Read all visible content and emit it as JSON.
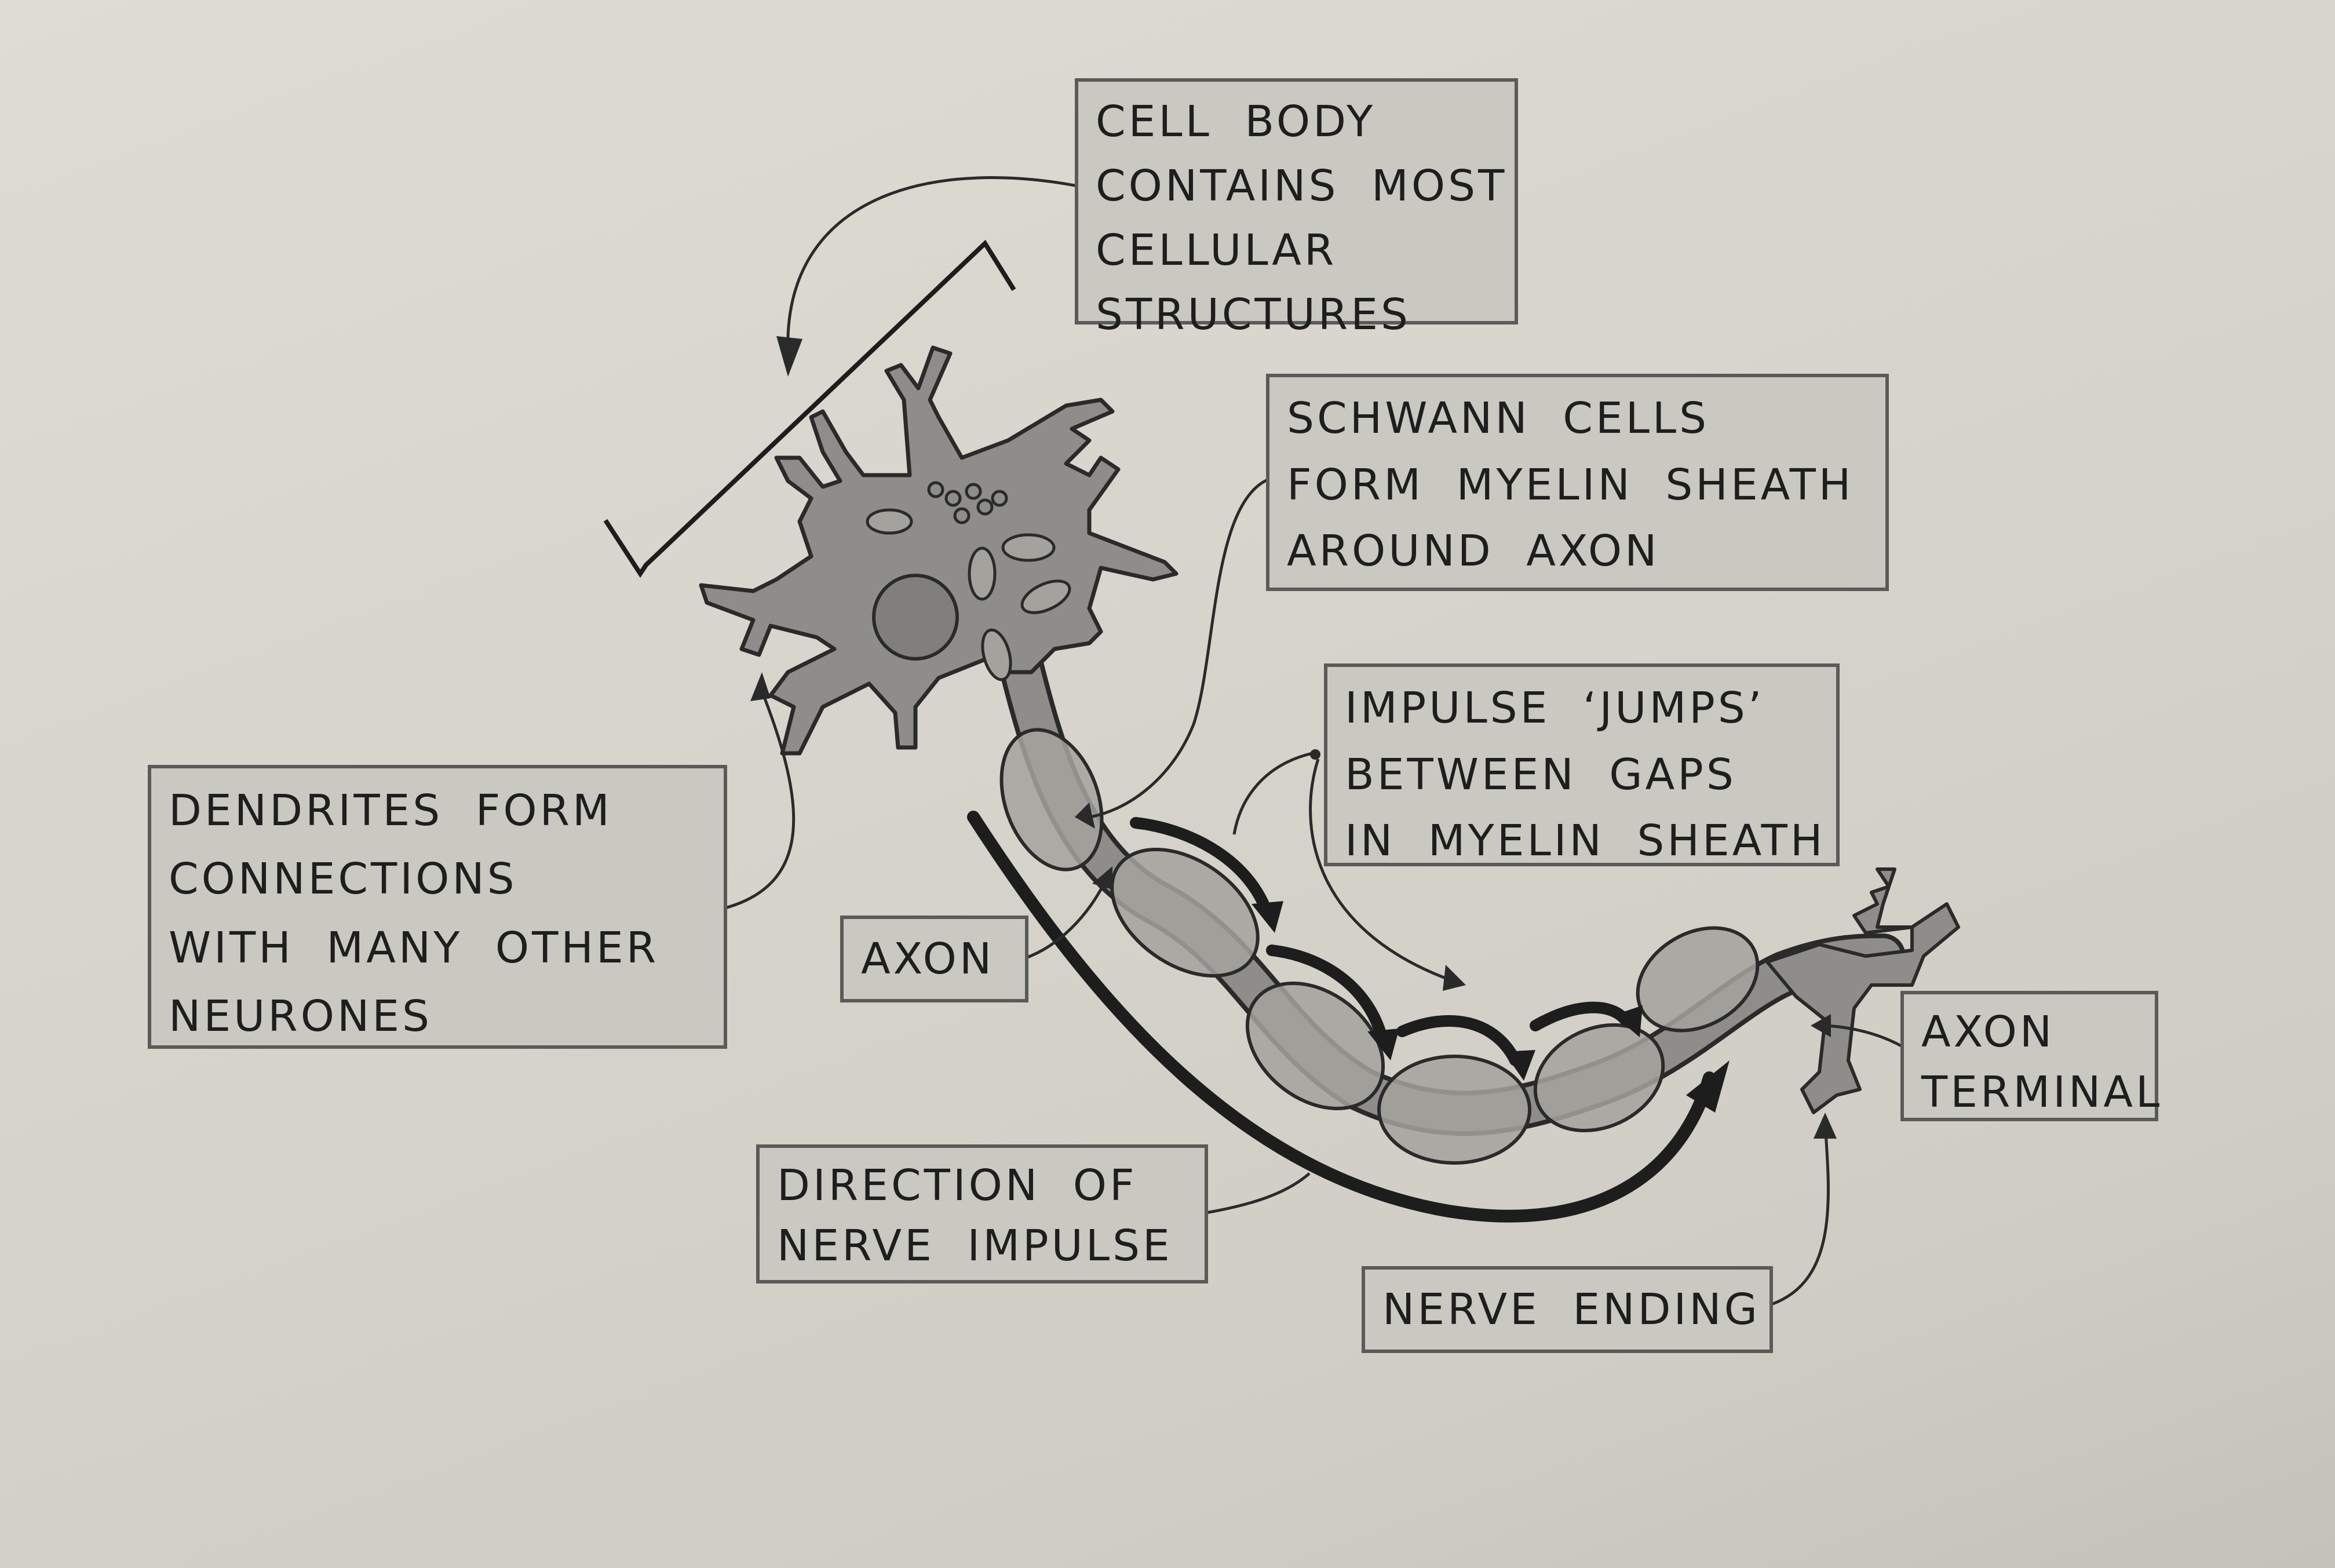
{
  "labels": {
    "cell_body": [
      "CELL BODY",
      "CONTAINS MOST",
      "CELLULAR",
      "STRUCTURES"
    ],
    "schwann_cells": [
      "SCHWANN CELLS",
      "FORM MYELIN SHEATH",
      "AROUND AXON"
    ],
    "impulse_jumps": [
      "IMPULSE ‘JUMPS’",
      "BETWEEN GAPS",
      "IN MYELIN SHEATH"
    ],
    "dendrites": [
      "DENDRITES FORM",
      "CONNECTIONS",
      "WITH MANY OTHER",
      "NEURONES"
    ],
    "axon": [
      "AXON"
    ],
    "axon_terminal": [
      "AXON",
      "TERMINAL"
    ],
    "direction": [
      "DIRECTION OF",
      "NERVE IMPULSE"
    ],
    "nerve_ending": [
      "NERVE ENDING"
    ]
  },
  "colors": {
    "background": "#d6d4cb",
    "label_box": "#c9c8c1",
    "cell_fill": "#8e8d89",
    "myelin_fill": "#a3a29d",
    "outline": "#2a2a2a"
  }
}
